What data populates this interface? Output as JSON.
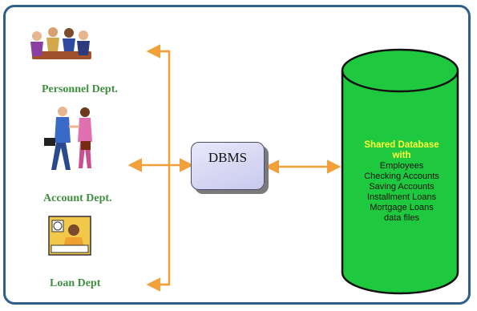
{
  "departments": [
    {
      "label": "Personnel Dept.",
      "icon": "meeting-people-icon"
    },
    {
      "label": "Account Dept.",
      "icon": "handshake-people-icon"
    },
    {
      "label": "Loan Dept",
      "icon": "office-worker-icon"
    }
  ],
  "dbms": {
    "label": "DBMS"
  },
  "database": {
    "title_line1": "Shared Database",
    "title_line2": "with",
    "items": [
      "Employees",
      "Checking Accounts",
      "Saving Accounts",
      "Installment Loans",
      "Mortgage Loans",
      "data files"
    ]
  },
  "colors": {
    "border": "#2f5f8a",
    "arrow": "#f2a03a",
    "label_green": "#3f8f3f",
    "cylinder_fill": "#1fc93f",
    "cylinder_outline": "#111111",
    "db_title": "#ffff3a",
    "dbms_fill": "#d6d6f5"
  }
}
